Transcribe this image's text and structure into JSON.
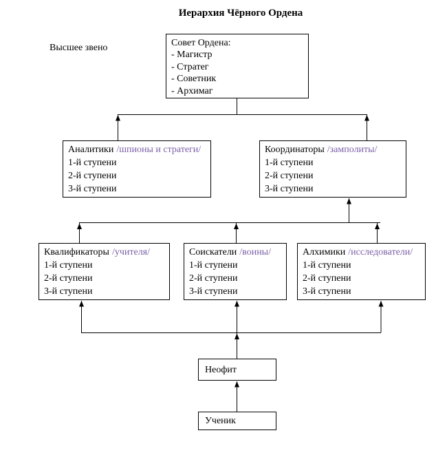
{
  "title": "Иерархия Чёрного Ордена",
  "top_tier_label": "Высшее звено",
  "colors": {
    "alias_text": "#7B5EA7",
    "line": "#000000",
    "box_border": "#000000",
    "background": "#FFFFFF"
  },
  "council": {
    "heading": "Совет Ордена:",
    "members": [
      "- Магистр",
      "- Стратег",
      "- Советник",
      "- Архимаг"
    ]
  },
  "level2": [
    {
      "name": "Аналитики",
      "alias": "/шпионы и стратеги/",
      "ranks": [
        "1-й ступени",
        "2-й ступени",
        "3-й ступени"
      ]
    },
    {
      "name": "Координаторы",
      "alias": "/замполиты/",
      "ranks": [
        "1-й ступени",
        "2-й ступени",
        "3-й ступени"
      ]
    }
  ],
  "level3": [
    {
      "name": "Квалификаторы",
      "alias": "/учителя/",
      "ranks": [
        "1-й ступени",
        "2-й ступени",
        "3-й ступени"
      ]
    },
    {
      "name": "Соискатели",
      "alias": "/воины/",
      "ranks": [
        "1-й ступени",
        "2-й ступени",
        "3-й ступени"
      ]
    },
    {
      "name": "Алхимики",
      "alias": "/исследователи/",
      "ranks": [
        "1-й ступени",
        "2-й ступени",
        "3-й ступени"
      ]
    }
  ],
  "neophyte_label": "Неофит",
  "student_label": "Ученик"
}
